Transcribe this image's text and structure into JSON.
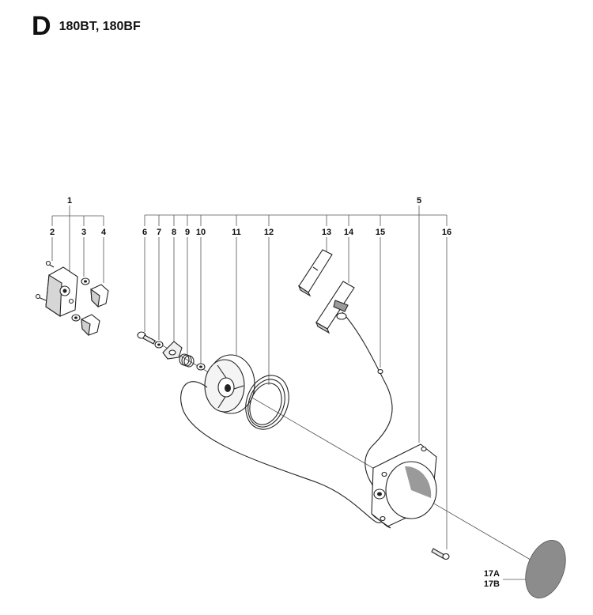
{
  "header": {
    "section_letter": "D",
    "models": "180BT, 180BF"
  },
  "labels": {
    "p1": "1",
    "p2": "2",
    "p3": "3",
    "p4": "4",
    "p5": "5",
    "p6": "6",
    "p7": "7",
    "p8": "8",
    "p9": "9",
    "p10": "10",
    "p11": "11",
    "p12": "12",
    "p13": "13",
    "p14": "14",
    "p15": "15",
    "p16": "16",
    "p17a": "17A",
    "p17b": "17B"
  },
  "colors": {
    "line": "#555555",
    "part_fill": "#ffffff",
    "part_shade": "#9a9a9a",
    "cover_fill": "#8c8c8c"
  }
}
